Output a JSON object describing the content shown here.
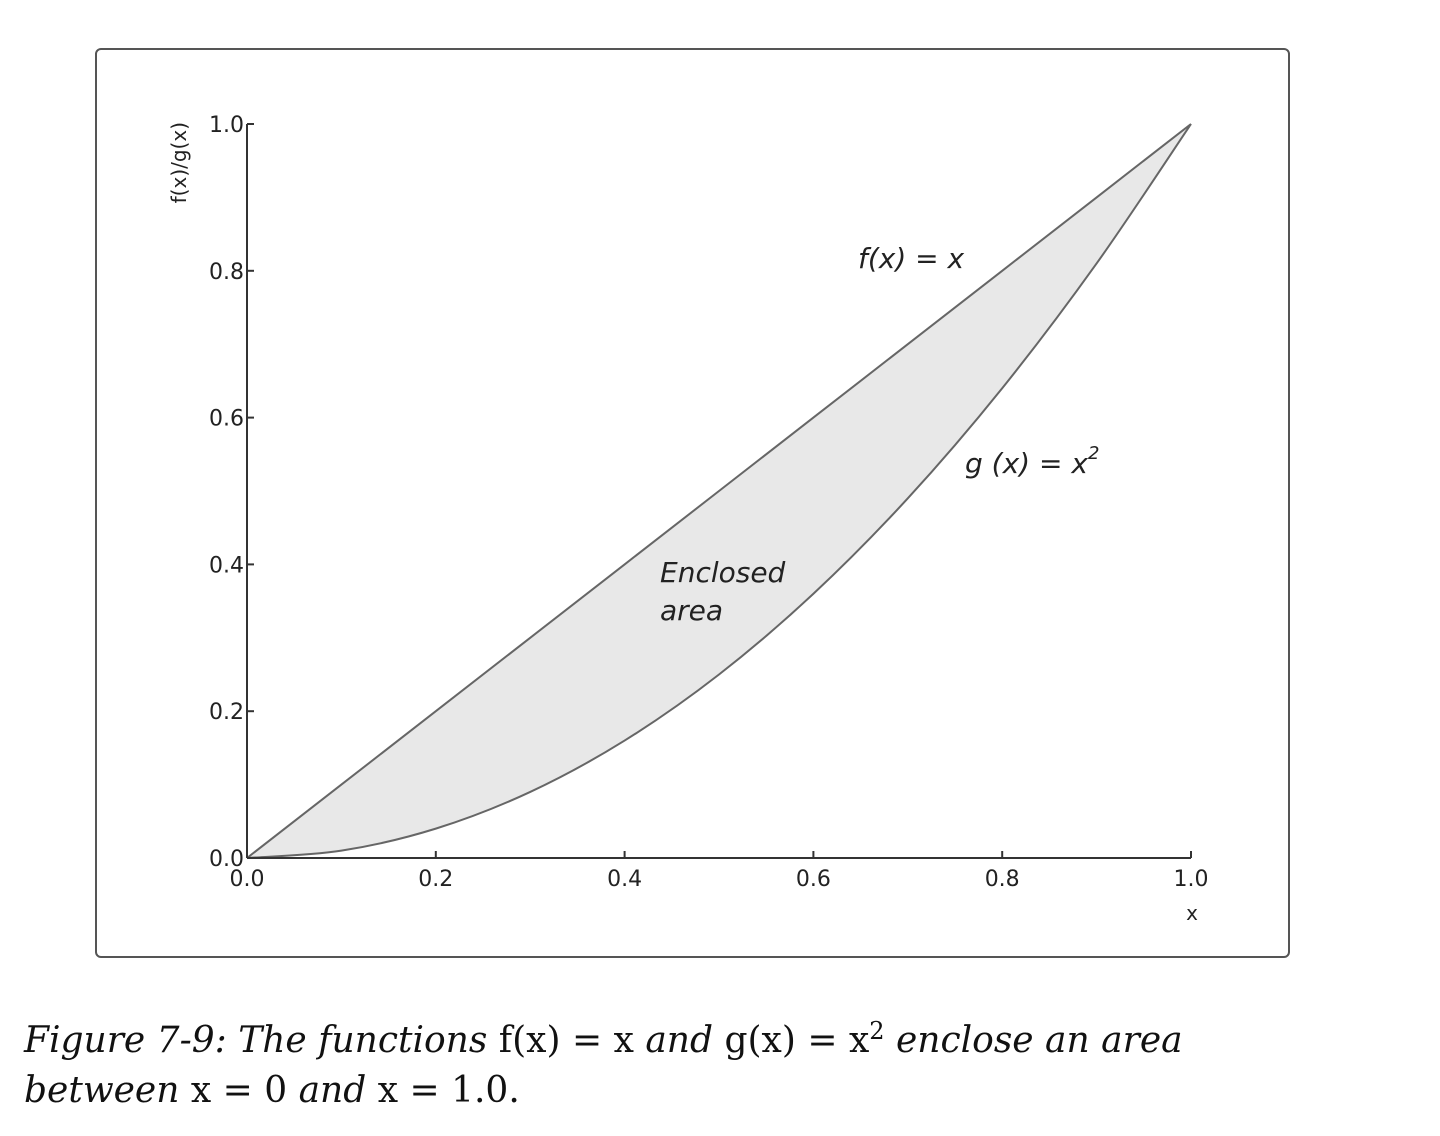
{
  "chart_data": {
    "type": "area",
    "xlabel": "x",
    "ylabel": "f(x)/g(x)",
    "xlim": [
      0.0,
      1.0
    ],
    "ylim": [
      0.0,
      1.0
    ],
    "x_ticks": [
      "0.0",
      "0.2",
      "0.4",
      "0.6",
      "0.8",
      "1.0"
    ],
    "y_ticks": [
      "0.0",
      "0.2",
      "0.4",
      "0.6",
      "0.8",
      "1.0"
    ],
    "grid": false,
    "series": [
      {
        "name": "f(x) = x",
        "x": [
          0.0,
          0.1,
          0.2,
          0.3,
          0.4,
          0.5,
          0.6,
          0.7,
          0.8,
          0.9,
          1.0
        ],
        "y": [
          0.0,
          0.1,
          0.2,
          0.3,
          0.4,
          0.5,
          0.6,
          0.7,
          0.8,
          0.9,
          1.0
        ]
      },
      {
        "name": "g(x) = x²",
        "x": [
          0.0,
          0.1,
          0.2,
          0.3,
          0.4,
          0.5,
          0.6,
          0.7,
          0.8,
          0.9,
          1.0
        ],
        "y": [
          0.0,
          0.01,
          0.04,
          0.09,
          0.16,
          0.25,
          0.36,
          0.49,
          0.64,
          0.81,
          1.0
        ]
      }
    ],
    "annotations": {
      "f_label": "f(x) = x",
      "g_label_base": "g (x) = x",
      "g_label_sup": "2",
      "enclosed_line1": "Enclosed",
      "enclosed_line2": "area"
    },
    "colors": {
      "fill": "#e8e8e8",
      "line": "#666666",
      "axis": "#333333"
    }
  },
  "caption": {
    "part1": "Figure 7-9: The functions ",
    "f": "f(x) = x",
    "part2": " and ",
    "g": "g(x) = x",
    "g_sup": "2",
    "part3": " enclose an area",
    "part4": "between ",
    "x0": "x = 0",
    "part5": " and ",
    "x1": "x = 1.0",
    "part6": "."
  }
}
